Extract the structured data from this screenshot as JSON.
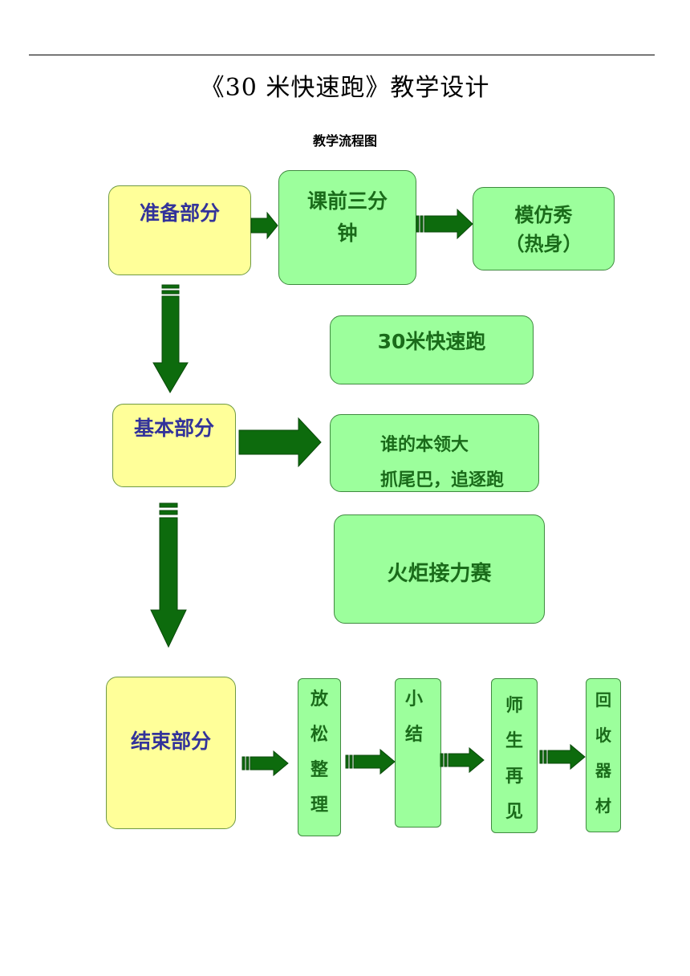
{
  "document": {
    "title": "《30 米快速跑》教学设计",
    "subtitle": "教学流程图"
  },
  "diagram": {
    "prep": "准备部分",
    "pre_class_1": "课前三分",
    "pre_class_2": "钟",
    "mimic_1": "模仿秀",
    "mimic_2": "（热身）",
    "sprint": "30米快速跑",
    "basic": "基本部分",
    "skill_1": "谁的本领大",
    "skill_2": "抓尾巴，追逐跑",
    "relay": "火炬接力赛",
    "end": "结束部分",
    "relax": [
      "放",
      "松",
      "整",
      "理"
    ],
    "summary": [
      "小",
      "结"
    ],
    "farewell": [
      "师",
      "生",
      "再",
      "见"
    ],
    "collect": [
      "回",
      "收",
      "器",
      "材"
    ]
  },
  "colors": {
    "yellow_box": "#ffff99",
    "green_box": "#9cff9c",
    "arrow": "#0d6b0d",
    "yellow_text": "#33339a",
    "green_text": "#1a6b1a"
  }
}
